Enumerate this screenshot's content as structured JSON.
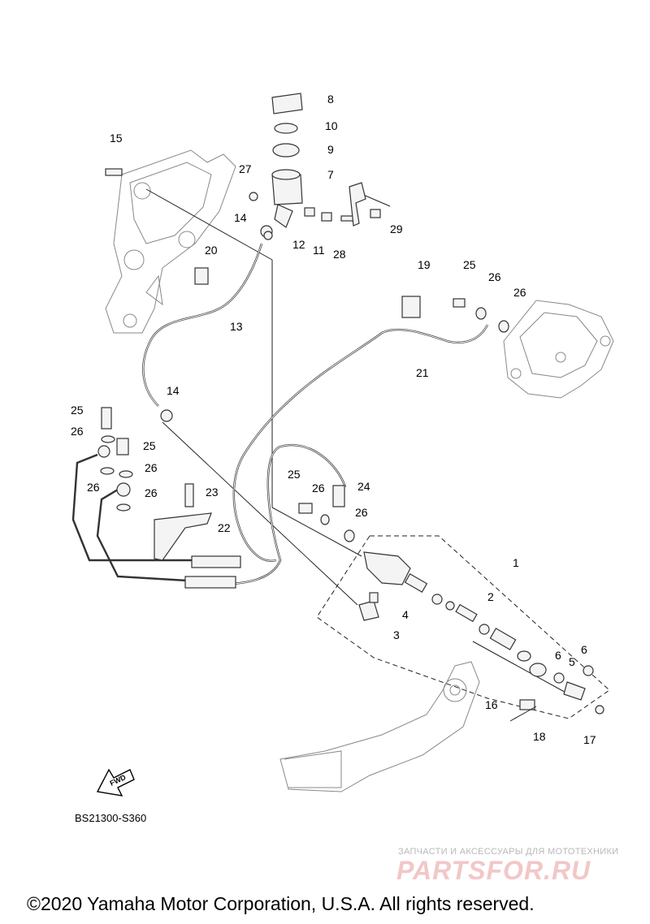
{
  "labels": {
    "p1": "1",
    "p2": "2",
    "p3": "3",
    "p4": "4",
    "p5": "5",
    "p6a": "6",
    "p6b": "6",
    "p7": "7",
    "p8": "8",
    "p9": "9",
    "p10": "10",
    "p11": "11",
    "p12": "12",
    "p13": "13",
    "p14a": "14",
    "p14b": "14",
    "p15": "15",
    "p16": "16",
    "p17": "17",
    "p18": "18",
    "p19": "19",
    "p20": "20",
    "p21": "21",
    "p22": "22",
    "p23": "23",
    "p24": "24",
    "p25a": "25",
    "p25b": "25",
    "p25c": "25",
    "p25d": "25",
    "p26a": "26",
    "p26b": "26",
    "p26c": "26",
    "p26d": "26",
    "p26e": "26",
    "p26f": "26",
    "p26g": "26",
    "p27": "27",
    "p28": "28",
    "p29": "29"
  },
  "fwd_label": "FWD",
  "diagram_code": "BS21300-S360",
  "watermark": {
    "subtitle": "ЗАПЧАСТИ И АКСЕССУАРЫ ДЛЯ МОТОТЕХНИКИ",
    "brand": "PARTSFOR.RU"
  },
  "copyright": "©2020 Yamaha Motor Corporation, U.S.A. All rights reserved."
}
